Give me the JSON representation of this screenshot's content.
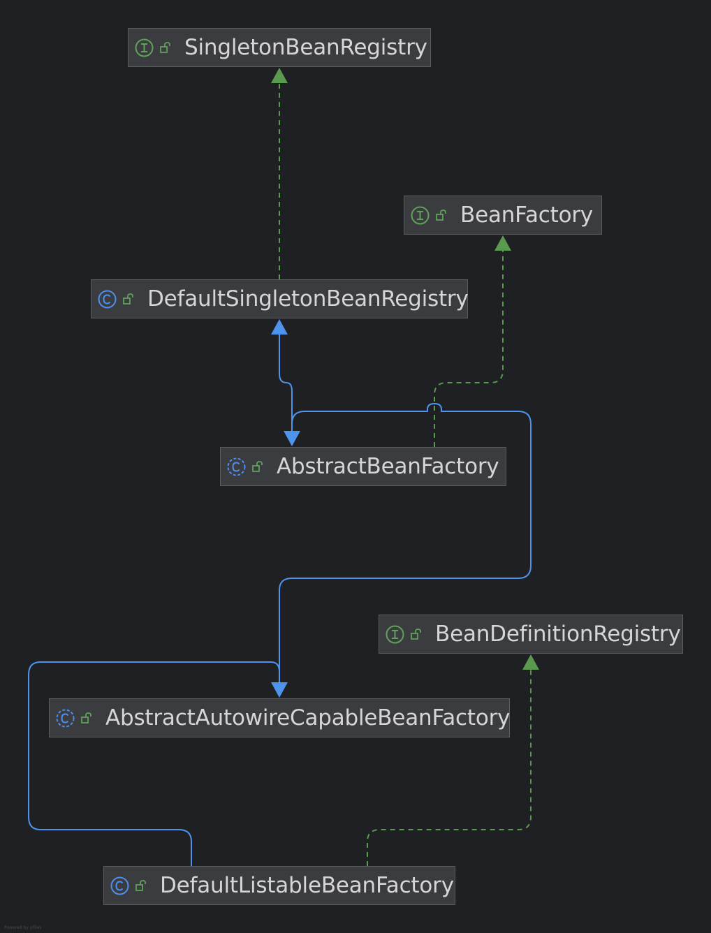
{
  "colors": {
    "background": "#1f2024",
    "node_fill": "#3b3c3f",
    "node_border": "#5b5d61",
    "node_text": "#d6d6d8",
    "interface_green": "#5fa35a",
    "class_blue": "#4d8ef0",
    "extends_edge": "#4f94ec",
    "implements_edge": "#5a9a4e"
  },
  "nodes": [
    {
      "id": "singleton-bean-registry",
      "label": "SingletonBeanRegistry",
      "kind": "interface",
      "icon": "interface-icon",
      "access_icon": "public-lock-icon"
    },
    {
      "id": "bean-factory",
      "label": "BeanFactory",
      "kind": "interface",
      "icon": "interface-icon",
      "access_icon": "public-lock-icon"
    },
    {
      "id": "default-singleton-bean-registry",
      "label": "DefaultSingletonBeanRegistry",
      "kind": "class",
      "icon": "class-icon",
      "access_icon": "public-lock-icon"
    },
    {
      "id": "abstract-bean-factory",
      "label": "AbstractBeanFactory",
      "kind": "abstract-class",
      "icon": "abstract-class-icon",
      "access_icon": "public-lock-icon"
    },
    {
      "id": "bean-definition-registry",
      "label": "BeanDefinitionRegistry",
      "kind": "interface",
      "icon": "interface-icon",
      "access_icon": "public-lock-icon"
    },
    {
      "id": "abstract-autowire-capable-bean-factory",
      "label": "AbstractAutowireCapableBeanFactory",
      "kind": "abstract-class",
      "icon": "abstract-class-icon",
      "access_icon": "public-lock-icon"
    },
    {
      "id": "default-listable-bean-factory",
      "label": "DefaultListableBeanFactory",
      "kind": "class",
      "icon": "class-icon",
      "access_icon": "public-lock-icon"
    }
  ],
  "edges": [
    {
      "from": "default-singleton-bean-registry",
      "to": "singleton-bean-registry",
      "relation": "implements"
    },
    {
      "from": "abstract-bean-factory",
      "to": "default-singleton-bean-registry",
      "relation": "extends"
    },
    {
      "from": "abstract-bean-factory",
      "to": "bean-factory",
      "relation": "implements"
    },
    {
      "from": "abstract-autowire-capable-bean-factory",
      "to": "abstract-bean-factory",
      "relation": "extends"
    },
    {
      "from": "default-listable-bean-factory",
      "to": "abstract-autowire-capable-bean-factory",
      "relation": "extends"
    },
    {
      "from": "default-listable-bean-factory",
      "to": "bean-definition-registry",
      "relation": "implements"
    }
  ],
  "footer": {
    "text": "Powered by yFiles"
  }
}
